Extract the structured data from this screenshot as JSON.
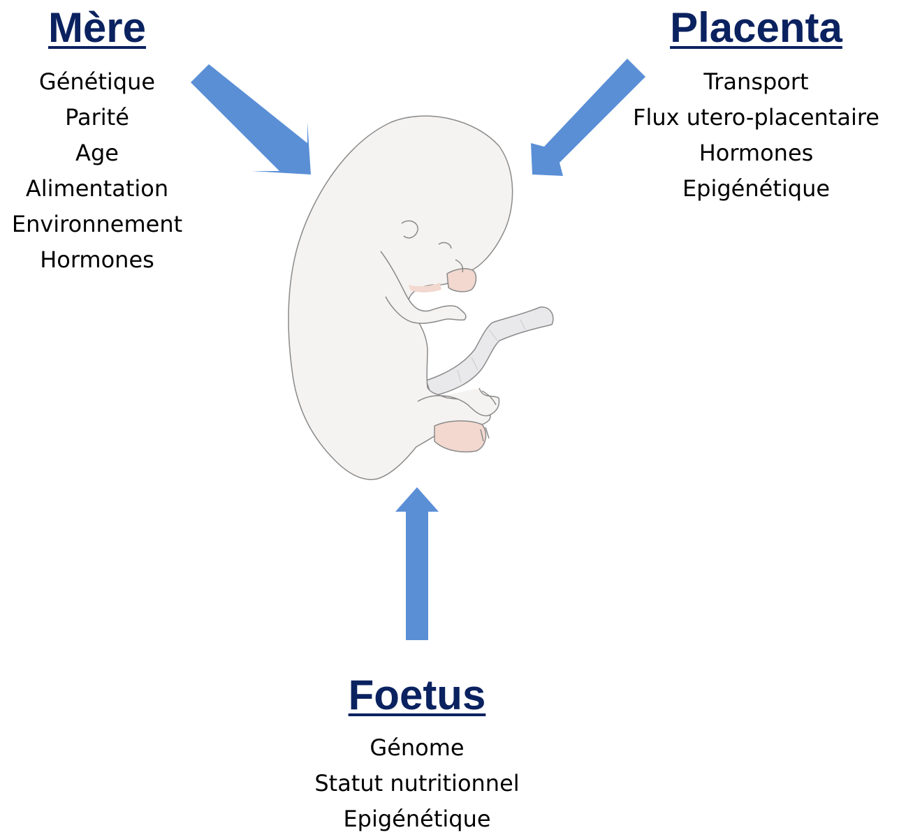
{
  "colors": {
    "heading": "#0b2260",
    "arrow": "#5a8fd6",
    "body_fill": "#f5f3f1",
    "body_stroke": "#8a8a8a",
    "skin_tint": "#f2d8cf"
  },
  "illustration": "fetus-illustration",
  "mere": {
    "title": "Mère",
    "items": [
      "Génétique",
      "Parité",
      "Age",
      "Alimentation",
      "Environnement",
      "Hormones"
    ]
  },
  "placenta": {
    "title": "Placenta",
    "items": [
      "Transport",
      "Flux utero-placentaire",
      "Hormones",
      "Epigénétique"
    ]
  },
  "foetus": {
    "title": "Foetus",
    "items": [
      "Génome",
      "Statut nutritionnel",
      "Epigénétique"
    ]
  }
}
